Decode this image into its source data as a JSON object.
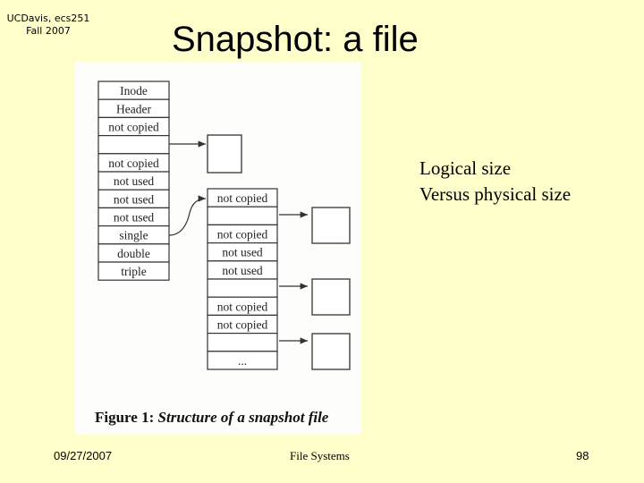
{
  "corner": {
    "line1": "UCDavis, ecs251",
    "line2": "Fall 2007"
  },
  "title": "Snapshot: a file",
  "figure": {
    "inode_cells": [
      "Inode",
      "Header",
      "not copied",
      "",
      "not copied",
      "not used",
      "not used",
      "not used",
      "single",
      "double",
      "triple"
    ],
    "indirect_cells": [
      "not copied",
      "",
      "not copied",
      "not used",
      "not used",
      "",
      "not copied",
      "not copied",
      "",
      "..."
    ],
    "caption_label": "Figure 1",
    "caption_sep": ": ",
    "caption_text": "Structure of a snapshot file"
  },
  "side_text": {
    "line1": "Logical size",
    "line2": "Versus physical size"
  },
  "footer": {
    "date": "09/27/2007",
    "topic": "File Systems",
    "page": "98"
  }
}
